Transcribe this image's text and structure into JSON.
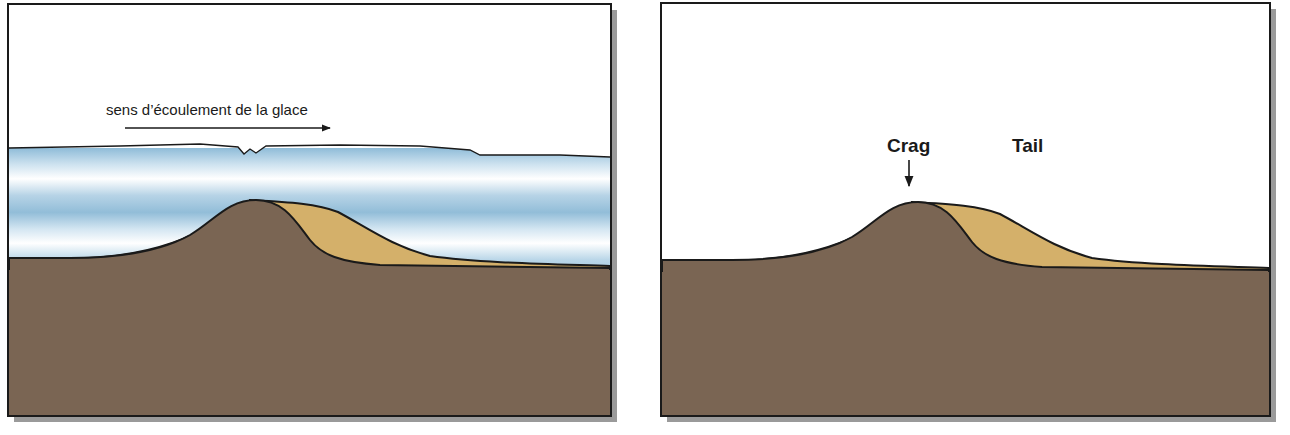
{
  "diagram": {
    "labels": [
      "sens d’écoulement de la glace",
      "Crag",
      "Tail"
    ]
  }
}
